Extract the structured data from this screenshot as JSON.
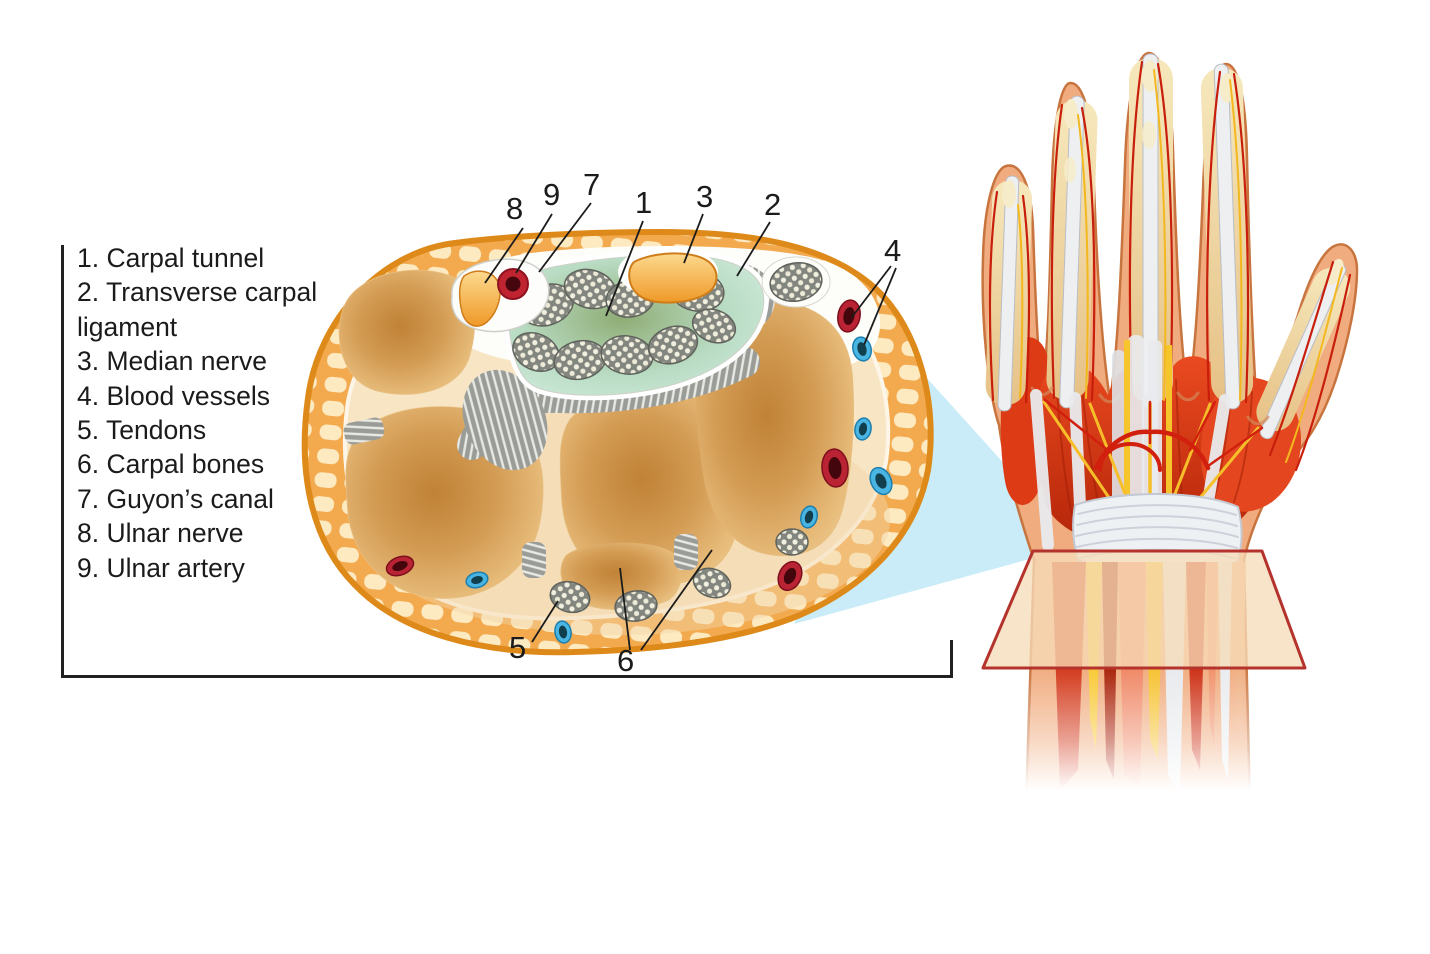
{
  "legend": {
    "items": [
      {
        "text": "1. Carpal tunnel"
      },
      {
        "text": "2. Transverse carpal ligament"
      },
      {
        "text": "3. Median nerve"
      },
      {
        "text": "4. Blood vessels"
      },
      {
        "text": "5. Tendons"
      },
      {
        "text": "6. Carpal bones"
      },
      {
        "text": "7. Guyon’s canal"
      },
      {
        "text": "8. Ulnar nerve"
      },
      {
        "text": "9. Ulnar artery"
      }
    ]
  },
  "callouts": {
    "c1": "1",
    "c2": "2",
    "c3": "3",
    "c4": "4",
    "c5": "5",
    "c6": "6",
    "c7": "7",
    "c8": "8",
    "c9": "9"
  },
  "colors": {
    "outline_orange": "#de8a1b",
    "ring_fill": "#f3a94e",
    "lattice_cell": "#fdeac1",
    "interior_cream": "#f8e5c4",
    "bone_tan": "#e9be84",
    "bone_core": "#cf9a55",
    "tunnel_teal": "#cdeadd",
    "tunnel_green": "#8fac74",
    "tendon_gray": "#83867f",
    "ligament_gray": "#9a9c98",
    "nerve_orange": "#f5a93b",
    "artery_red": "#b92333",
    "vein_blue": "#49b5e3",
    "wedge_blue": "#c9ecf8",
    "muscle_red": "#d5310f",
    "skin_peach": "#f0ab7e",
    "nerve_yellow": "#f6bf2a",
    "plane_fill": "#f6dcb8",
    "plane_border": "#b5332d",
    "label_color": "#1b1b1b"
  }
}
